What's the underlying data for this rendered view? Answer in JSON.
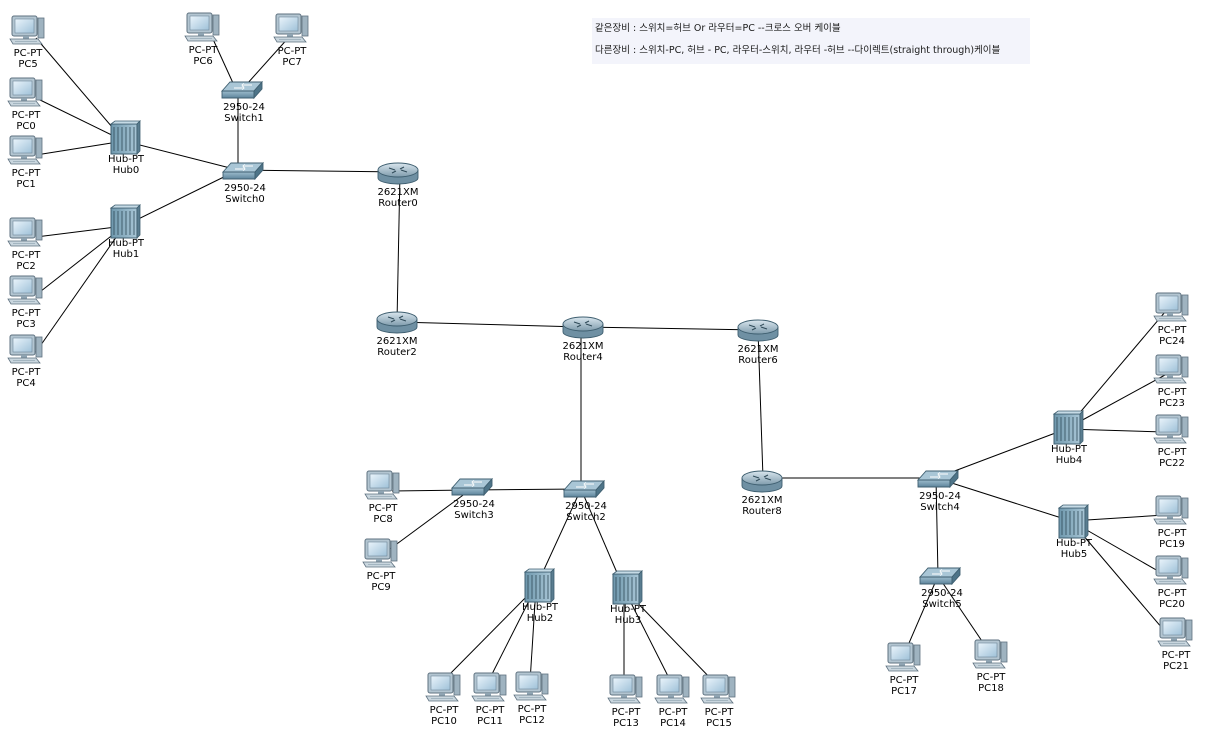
{
  "notes": {
    "line1": "같은장비 : 스위치=허브 Or 라우터=PC --크로스 오버 케이블",
    "line2": "다른장비 : 스위치-PC, 허브 - PC, 라우터-스위치, 라우터 -허브  --다이렉트(straight through)케이블"
  },
  "devices": [
    {
      "id": "PC5",
      "type": "pc",
      "model": "PC-PT",
      "name": "PC5"
    },
    {
      "id": "PC0",
      "type": "pc",
      "model": "PC-PT",
      "name": "PC0"
    },
    {
      "id": "PC1",
      "type": "pc",
      "model": "PC-PT",
      "name": "PC1"
    },
    {
      "id": "PC2",
      "type": "pc",
      "model": "PC-PT",
      "name": "PC2"
    },
    {
      "id": "PC3",
      "type": "pc",
      "model": "PC-PT",
      "name": "PC3"
    },
    {
      "id": "PC4",
      "type": "pc",
      "model": "PC-PT",
      "name": "PC4"
    },
    {
      "id": "PC6",
      "type": "pc",
      "model": "PC-PT",
      "name": "PC6"
    },
    {
      "id": "PC7",
      "type": "pc",
      "model": "PC-PT",
      "name": "PC7"
    },
    {
      "id": "Hub0",
      "type": "hub",
      "model": "Hub-PT",
      "name": "Hub0"
    },
    {
      "id": "Hub1",
      "type": "hub",
      "model": "Hub-PT",
      "name": "Hub1"
    },
    {
      "id": "Switch1",
      "type": "switch",
      "model": "2950-24",
      "name": "Switch1"
    },
    {
      "id": "Switch0",
      "type": "switch",
      "model": "2950-24",
      "name": "Switch0"
    },
    {
      "id": "Router0",
      "type": "router",
      "model": "2621XM",
      "name": "Router0"
    },
    {
      "id": "Router2",
      "type": "router",
      "model": "2621XM",
      "name": "Router2"
    },
    {
      "id": "Router4",
      "type": "router",
      "model": "2621XM",
      "name": "Router4"
    },
    {
      "id": "Router6",
      "type": "router",
      "model": "2621XM",
      "name": "Router6"
    },
    {
      "id": "Router8",
      "type": "router",
      "model": "2621XM",
      "name": "Router8"
    },
    {
      "id": "Switch3",
      "type": "switch",
      "model": "2950-24",
      "name": "Switch3"
    },
    {
      "id": "Switch2",
      "type": "switch",
      "model": "2950-24",
      "name": "Switch2"
    },
    {
      "id": "PC8",
      "type": "pc",
      "model": "PC-PT",
      "name": "PC8"
    },
    {
      "id": "PC9",
      "type": "pc",
      "model": "PC-PT",
      "name": "PC9"
    },
    {
      "id": "Hub2",
      "type": "hub",
      "model": "Hub-PT",
      "name": "Hub2"
    },
    {
      "id": "Hub3",
      "type": "hub",
      "model": "Hub-PT",
      "name": "Hub3"
    },
    {
      "id": "PC10",
      "type": "pc",
      "model": "PC-PT",
      "name": "PC10"
    },
    {
      "id": "PC11",
      "type": "pc",
      "model": "PC-PT",
      "name": "PC11"
    },
    {
      "id": "PC12",
      "type": "pc",
      "model": "PC-PT",
      "name": "PC12"
    },
    {
      "id": "PC13",
      "type": "pc",
      "model": "PC-PT",
      "name": "PC13"
    },
    {
      "id": "PC14",
      "type": "pc",
      "model": "PC-PT",
      "name": "PC14"
    },
    {
      "id": "PC15",
      "type": "pc",
      "model": "PC-PT",
      "name": "PC15"
    },
    {
      "id": "Switch4",
      "type": "switch",
      "model": "2950-24",
      "name": "Switch4"
    },
    {
      "id": "Switch5",
      "type": "switch",
      "model": "2950-24",
      "name": "Switch5"
    },
    {
      "id": "Hub4",
      "type": "hub",
      "model": "Hub-PT",
      "name": "Hub4"
    },
    {
      "id": "Hub5",
      "type": "hub",
      "model": "Hub-PT",
      "name": "Hub5"
    },
    {
      "id": "PC17",
      "type": "pc",
      "model": "PC-PT",
      "name": "PC17"
    },
    {
      "id": "PC18",
      "type": "pc",
      "model": "PC-PT",
      "name": "PC18"
    },
    {
      "id": "PC24",
      "type": "pc",
      "model": "PC-PT",
      "name": "PC24"
    },
    {
      "id": "PC23",
      "type": "pc",
      "model": "PC-PT",
      "name": "PC23"
    },
    {
      "id": "PC22",
      "type": "pc",
      "model": "PC-PT",
      "name": "PC22"
    },
    {
      "id": "PC19",
      "type": "pc",
      "model": "PC-PT",
      "name": "PC19"
    },
    {
      "id": "PC20",
      "type": "pc",
      "model": "PC-PT",
      "name": "PC20"
    },
    {
      "id": "PC21",
      "type": "pc",
      "model": "PC-PT",
      "name": "PC21"
    }
  ],
  "links": [
    [
      "PC5",
      "Hub0"
    ],
    [
      "PC0",
      "Hub0"
    ],
    [
      "PC1",
      "Hub0"
    ],
    [
      "PC2",
      "Hub1"
    ],
    [
      "PC3",
      "Hub1"
    ],
    [
      "PC4",
      "Hub1"
    ],
    [
      "PC6",
      "Switch1"
    ],
    [
      "PC7",
      "Switch1"
    ],
    [
      "Hub0",
      "Switch0"
    ],
    [
      "Hub1",
      "Switch0"
    ],
    [
      "Switch1",
      "Switch0"
    ],
    [
      "Switch0",
      "Router0"
    ],
    [
      "Router0",
      "Router2"
    ],
    [
      "Router2",
      "Router4"
    ],
    [
      "Router4",
      "Router6"
    ],
    [
      "Router4",
      "Switch2"
    ],
    [
      "Router6",
      "Router8"
    ],
    [
      "PC8",
      "Switch3"
    ],
    [
      "PC9",
      "Switch3"
    ],
    [
      "Switch3",
      "Switch2"
    ],
    [
      "Switch2",
      "Hub2"
    ],
    [
      "Switch2",
      "Hub3"
    ],
    [
      "Hub2",
      "PC10"
    ],
    [
      "Hub2",
      "PC11"
    ],
    [
      "Hub2",
      "PC12"
    ],
    [
      "Hub3",
      "PC13"
    ],
    [
      "Hub3",
      "PC14"
    ],
    [
      "Hub3",
      "PC15"
    ],
    [
      "Router8",
      "Switch4"
    ],
    [
      "Switch4",
      "Hub4"
    ],
    [
      "Switch4",
      "Hub5"
    ],
    [
      "Switch4",
      "Switch5"
    ],
    [
      "Switch5",
      "PC17"
    ],
    [
      "Switch5",
      "PC18"
    ],
    [
      "Hub4",
      "PC24"
    ],
    [
      "Hub4",
      "PC23"
    ],
    [
      "Hub4",
      "PC22"
    ],
    [
      "Hub5",
      "PC19"
    ],
    [
      "Hub5",
      "PC20"
    ],
    [
      "Hub5",
      "PC21"
    ]
  ]
}
